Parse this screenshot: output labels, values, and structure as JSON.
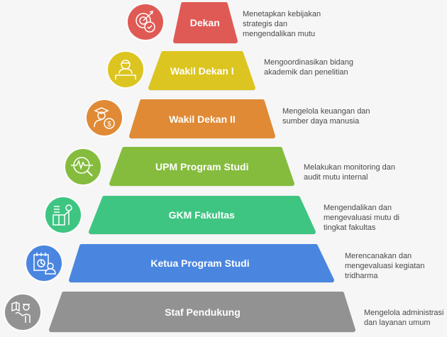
{
  "diagram": {
    "type": "pyramid",
    "levels": [
      {
        "label": "Dekan",
        "description": "Menetapkan kebijakan strategis dan mengendalikan mutu",
        "color": "#e05a55",
        "icon": "target-check-icon"
      },
      {
        "label": "Wakil Dekan I",
        "description": "Mengoordinasikan bidang akademik dan penelitian",
        "color": "#dcc520",
        "icon": "person-desk-icon"
      },
      {
        "label": "Wakil Dekan II",
        "description": "Mengelola keuangan dan sumber daya manusia",
        "color": "#e08a35",
        "icon": "graduate-money-icon"
      },
      {
        "label": "UPM Program Studi",
        "description": "Melakukan monitoring dan audit mutu internal",
        "color": "#85bc3e",
        "icon": "monitoring-magnifier-icon"
      },
      {
        "label": "GKM Fakultas",
        "description": "Mengendalikan dan mengevaluasi mutu di tingkat fakultas",
        "color": "#3ec582",
        "icon": "presenter-lectern-icon"
      },
      {
        "label": "Ketua Program Studi",
        "description": "Merencanakan dan mengevaluasi kegiatan tridharma",
        "color": "#4a86e0",
        "icon": "calendar-chart-person-icon"
      },
      {
        "label": "Staf Pendukung",
        "description": "Mengelola administrasi dan layanan umum",
        "color": "#929292",
        "icon": "staff-service-icon"
      }
    ]
  }
}
